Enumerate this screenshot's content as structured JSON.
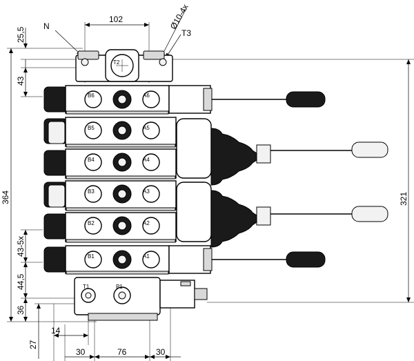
{
  "dimensions": {
    "top_width": "102",
    "hole": "Ø10-4x",
    "t3": "T3",
    "n": "N",
    "d255": "25,5",
    "d43": "43",
    "d364": "364",
    "d435x": "43-5x",
    "d445": "44,5",
    "d36": "36",
    "d27": "27",
    "d14": "14",
    "d321": "321",
    "b30_left": "30",
    "b76": "76",
    "b30_right": "30"
  },
  "ports": {
    "t2": "T2",
    "t1": "T1",
    "p1": "P1",
    "sections": [
      {
        "b": "B6",
        "a": "A6"
      },
      {
        "b": "B5",
        "a": "A5"
      },
      {
        "b": "B4",
        "a": "A4"
      },
      {
        "b": "B3",
        "a": "A3"
      },
      {
        "b": "B2",
        "a": "A2"
      },
      {
        "b": "B1",
        "a": "A1"
      }
    ]
  }
}
